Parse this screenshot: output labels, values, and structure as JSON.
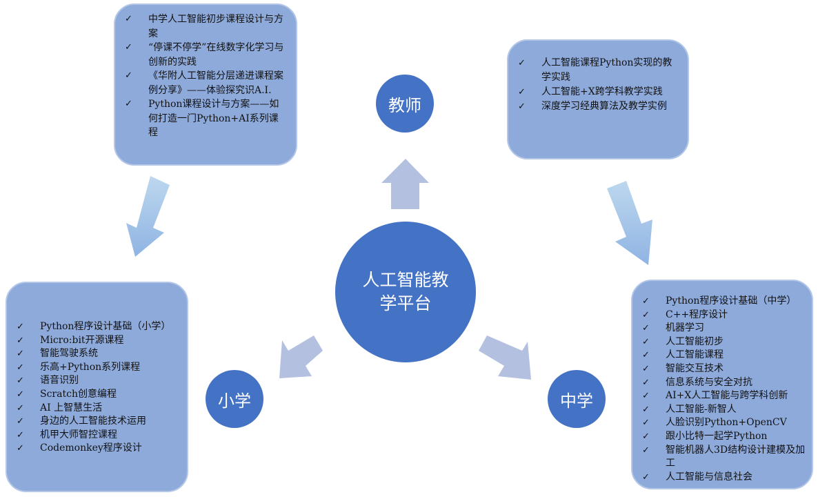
{
  "center": {
    "title": "人工智能教学平台"
  },
  "nodes": {
    "teacher": "教师",
    "primary": "小学",
    "middle": "中学"
  },
  "teacher_left": [
    "中学人工智能初步课程设计与方案",
    "“停课不停学”在线数字化学习与创新的实践",
    "《华附人工智能分层递进课程案例分享》——体验探究识A.I.",
    "Python课程设计与方案——如何打造一门Python+AI系列课程"
  ],
  "teacher_right": [
    "人工智能课程Python实现的教学实践",
    "人工智能+X跨学科教学实践",
    "深度学习经典算法及教学实例"
  ],
  "primary_list": [
    "Python程序设计基础（小学）",
    "Micro:bit开源课程",
    "智能驾驶系统",
    "乐高+Python系列课程",
    "语音识别",
    "Scratch创意编程",
    "AI 上智慧生活",
    "身边的人工智能技术运用",
    "机甲大师智控课程",
    "Codemonkey程序设计"
  ],
  "middle_list": [
    "Python程序设计基础（中学）",
    "C++程序设计",
    "机器学习",
    "人工智能初步",
    "人工智能课程",
    "智能交互技术",
    "信息系统与安全对抗",
    "AI+X人工智能与跨学科创新",
    "人工智能-新智人",
    "人脸识别Python+OpenCV",
    "跟小比特一起学Python",
    "智能机器人3D结构设计建模及加工",
    "人工智能与信息社会"
  ],
  "colors": {
    "circle": "#4472c4",
    "box": "#8eaadb",
    "arrow": "#b4c0e0"
  }
}
